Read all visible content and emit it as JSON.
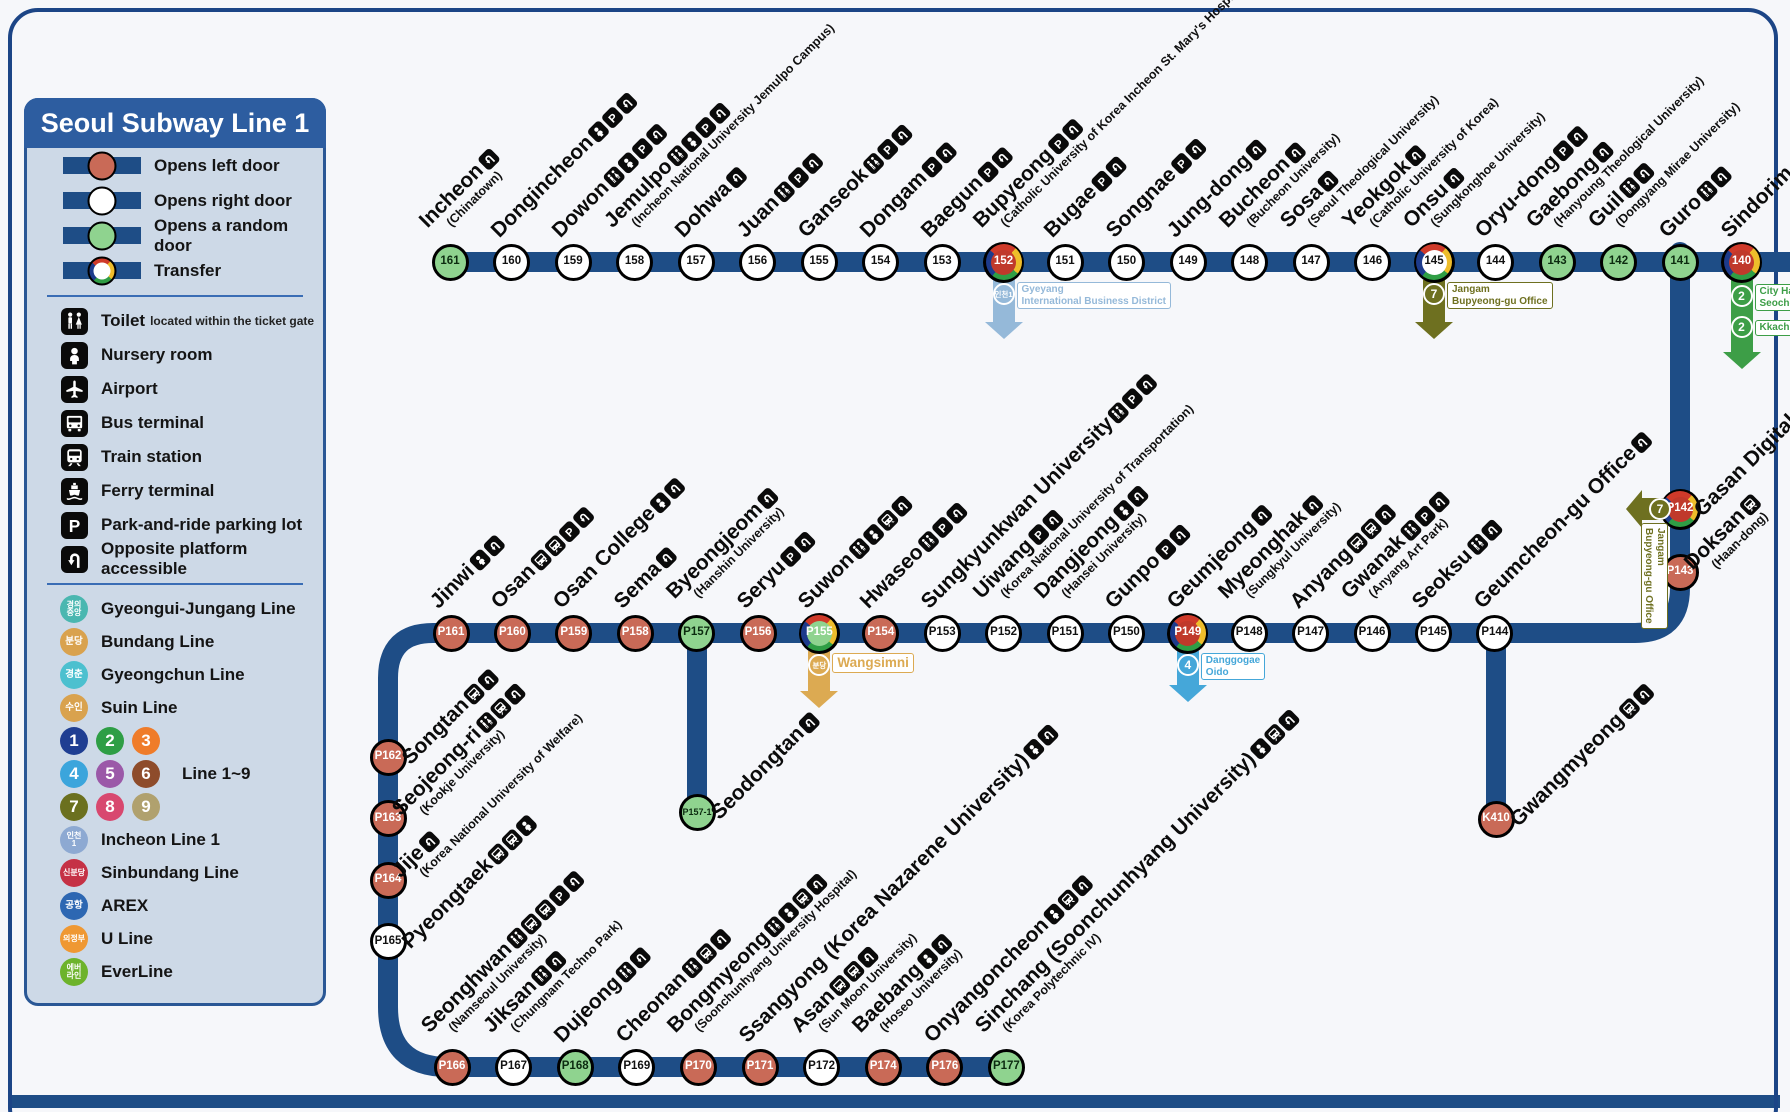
{
  "colors": {
    "background": "#f6f7fa",
    "frame": "#1c4586",
    "route": "#1e4d86",
    "panel_bg": "#cdd9e7",
    "panel_border": "#2a5795",
    "panel_header": "#2d5da0",
    "station_red": "#c96a57",
    "station_green": "#8fd38f",
    "station_white": "#ffffff"
  },
  "legend": {
    "title": "Seoul Subway Line 1",
    "door_items": [
      {
        "type": "left",
        "label": "Opens left door"
      },
      {
        "type": "right",
        "label": "Opens right door"
      },
      {
        "type": "random",
        "label": "Opens a random door"
      },
      {
        "type": "transfer",
        "label": "Transfer"
      }
    ],
    "facility_items": [
      {
        "icon": "toilet",
        "label": "Toilet",
        "note": "located within the ticket gate"
      },
      {
        "icon": "nursery",
        "label": "Nursery room"
      },
      {
        "icon": "airport",
        "label": "Airport"
      },
      {
        "icon": "bus",
        "label": "Bus terminal"
      },
      {
        "icon": "train",
        "label": "Train station"
      },
      {
        "icon": "ferry",
        "label": "Ferry terminal"
      },
      {
        "icon": "parking",
        "label": "Park-and-ride parking lot"
      },
      {
        "icon": "opposite",
        "label": "Opposite platform accessible"
      }
    ],
    "line_items_before": [
      {
        "badge": [
          "경의",
          "중앙"
        ],
        "color": "#4ab7b0",
        "label": "Gyeongui-Jungang Line"
      },
      {
        "badge": [
          "분당"
        ],
        "color": "#d9a24e",
        "label": "Bundang Line"
      },
      {
        "badge": [
          "경춘"
        ],
        "color": "#4cc0cf",
        "label": "Gyeongchun Line"
      },
      {
        "badge": [
          "수인"
        ],
        "color": "#d9a24e",
        "label": "Suin Line"
      }
    ],
    "numbered": {
      "label": "Line 1~9",
      "rows": [
        [
          {
            "n": "1",
            "color": "#1f3e92"
          },
          {
            "n": "2",
            "color": "#2e9e45"
          },
          {
            "n": "3",
            "color": "#ef7c2a"
          }
        ],
        [
          {
            "n": "4",
            "color": "#3ba5dc"
          },
          {
            "n": "5",
            "color": "#9b59a8"
          },
          {
            "n": "6",
            "color": "#8e4c2b"
          }
        ],
        [
          {
            "n": "7",
            "color": "#6b701f"
          },
          {
            "n": "8",
            "color": "#d8486f"
          },
          {
            "n": "9",
            "color": "#b0a16e"
          }
        ]
      ]
    },
    "line_items_after": [
      {
        "badge": [
          "인천",
          "1"
        ],
        "color": "#8da9d2",
        "label": "Incheon Line 1"
      },
      {
        "badge": [
          "신분당"
        ],
        "color": "#c53145",
        "label": "Sinbundang Line"
      },
      {
        "badge": [
          "공항"
        ],
        "color": "#2d67b2",
        "label": "AREX"
      },
      {
        "badge": [
          "의정부"
        ],
        "color": "#ef9833",
        "label": "U Line"
      },
      {
        "badge": [
          "에버",
          "라인"
        ],
        "color": "#6db32b",
        "label": "EverLine"
      }
    ]
  },
  "map": {
    "rows": {
      "top": [
        {
          "code": "161",
          "name": "Incheon",
          "sub": "(Chinatown)",
          "fill": "green",
          "icons": [
            "opposite"
          ]
        },
        {
          "code": "160",
          "name": "Dongincheon",
          "fill": "white",
          "icons": [
            "nursery",
            "parking",
            "opposite"
          ]
        },
        {
          "code": "159",
          "name": "Dowon",
          "fill": "white",
          "icons": [
            "toilet",
            "nursery",
            "parking",
            "opposite"
          ]
        },
        {
          "code": "158",
          "name": "Jemulpo",
          "sub": "(Incheon National University Jemulpo Campus)",
          "fill": "white",
          "icons": [
            "toilet",
            "nursery",
            "parking",
            "opposite"
          ]
        },
        {
          "code": "157",
          "name": "Dohwa",
          "fill": "white",
          "icons": [
            "opposite"
          ]
        },
        {
          "code": "156",
          "name": "Juan",
          "fill": "white",
          "icons": [
            "toilet",
            "parking",
            "opposite"
          ]
        },
        {
          "code": "155",
          "name": "Ganseok",
          "fill": "white",
          "icons": [
            "toilet",
            "parking",
            "opposite"
          ]
        },
        {
          "code": "154",
          "name": "Dongam",
          "fill": "white",
          "icons": [
            "parking",
            "opposite"
          ]
        },
        {
          "code": "153",
          "name": "Baegun",
          "fill": "white",
          "icons": [
            "parking",
            "opposite"
          ]
        },
        {
          "code": "152",
          "name": "Bupyeong",
          "sub": "(Catholic University of Korea Incheon St. Mary's Hospital)",
          "fill": "transfer_red",
          "icons": [
            "parking",
            "opposite"
          ]
        },
        {
          "code": "151",
          "name": "Bugae",
          "fill": "white",
          "icons": [
            "parking",
            "opposite"
          ]
        },
        {
          "code": "150",
          "name": "Songnae",
          "fill": "white",
          "icons": [
            "parking",
            "opposite"
          ]
        },
        {
          "code": "149",
          "name": "Jung-dong",
          "fill": "white",
          "icons": [
            "opposite"
          ]
        },
        {
          "code": "148",
          "name": "Bucheon",
          "sub": "(Bucheon University)",
          "fill": "white",
          "icons": [
            "opposite"
          ]
        },
        {
          "code": "147",
          "name": "Sosa",
          "sub": "(Seoul Theological University)",
          "fill": "white",
          "icons": [
            "opposite"
          ]
        },
        {
          "code": "146",
          "name": "Yeokgok",
          "sub": "(Catholic University of Korea)",
          "fill": "white",
          "icons": [
            "opposite"
          ]
        },
        {
          "code": "145",
          "name": "Onsu",
          "sub": "(Sungkonghoe University)",
          "fill": "transfer_white",
          "icons": [
            "opposite"
          ]
        },
        {
          "code": "144",
          "name": "Oryu-dong",
          "fill": "white",
          "icons": [
            "parking",
            "opposite"
          ]
        },
        {
          "code": "143",
          "name": "Gaebong",
          "sub": "(Hanyoung Theological University)",
          "fill": "green",
          "icons": [
            "opposite"
          ]
        },
        {
          "code": "142",
          "name": "Guil",
          "sub": "(Dongyang Mirae University)",
          "fill": "green",
          "icons": [
            "toilet",
            "opposite"
          ]
        },
        {
          "code": "141",
          "name": "Guro",
          "fill": "green",
          "icons": [
            "toilet",
            "opposite"
          ]
        },
        {
          "code": "140",
          "name": "Sindorim",
          "fill": "transfer_red",
          "icons": []
        }
      ],
      "middle": [
        {
          "code": "P161",
          "name": "Jinwi",
          "fill": "red",
          "icons": [
            "nursery",
            "opposite"
          ]
        },
        {
          "code": "P160",
          "name": "Osan",
          "fill": "red",
          "icons": [
            "bus",
            "train",
            "parking",
            "opposite"
          ]
        },
        {
          "code": "P159",
          "name": "Osan College",
          "fill": "red",
          "icons": [
            "nursery",
            "opposite"
          ]
        },
        {
          "code": "P158",
          "name": "Sema",
          "fill": "red",
          "icons": [
            "opposite"
          ]
        },
        {
          "code": "P157",
          "name": "Byeongjeom",
          "sub": "(Hanshin University)",
          "fill": "green",
          "icons": [
            "opposite"
          ]
        },
        {
          "code": "P156",
          "name": "Seryu",
          "fill": "red",
          "icons": [
            "parking",
            "opposite"
          ]
        },
        {
          "code": "P155",
          "name": "Suwon",
          "fill": "transfer_green",
          "icons": [
            "toilet",
            "nursery",
            "train",
            "opposite"
          ]
        },
        {
          "code": "P154",
          "name": "Hwaseo",
          "fill": "red",
          "icons": [
            "toilet",
            "parking",
            "opposite"
          ]
        },
        {
          "code": "P153",
          "name": "Sungkyunkwan University",
          "fill": "white",
          "icons": [
            "toilet",
            "parking",
            "opposite"
          ]
        },
        {
          "code": "P152",
          "name": "Uiwang",
          "sub": "(Korea National University of Transportation)",
          "fill": "white",
          "icons": [
            "parking",
            "opposite"
          ]
        },
        {
          "code": "P151",
          "name": "Dangjeong",
          "sub": "(Hansei University)",
          "fill": "white",
          "icons": [
            "nursery",
            "opposite"
          ]
        },
        {
          "code": "P150",
          "name": "Gunpo",
          "fill": "white",
          "icons": [
            "parking",
            "opposite"
          ]
        },
        {
          "code": "P149",
          "name": "Geumjeong",
          "fill": "transfer_red",
          "icons": [
            "opposite"
          ]
        },
        {
          "code": "P148",
          "name": "Myeonghak",
          "sub": "(Sungkyul University)",
          "fill": "white",
          "icons": [
            "opposite"
          ]
        },
        {
          "code": "P147",
          "name": "Anyang",
          "fill": "white",
          "icons": [
            "bus",
            "train",
            "opposite"
          ]
        },
        {
          "code": "P146",
          "name": "Gwanak",
          "sub": "(Anyang Art Park)",
          "fill": "white",
          "icons": [
            "toilet",
            "parking",
            "opposite"
          ]
        },
        {
          "code": "P145",
          "name": "Seoksu",
          "fill": "white",
          "icons": [
            "toilet",
            "opposite"
          ]
        },
        {
          "code": "P144",
          "name": "Geumcheon-gu Office",
          "fill": "white",
          "icons": [
            "opposite"
          ]
        }
      ],
      "guro_branch": [
        {
          "code": "P142",
          "name": "Gasan Digital Complex",
          "fill": "transfer_red",
          "icons": []
        },
        {
          "code": "P143",
          "name": "Doksan",
          "sub": "(Haan-dong)",
          "fill": "red",
          "icons": [
            "train"
          ]
        }
      ],
      "gwangmyeong_branch": [
        {
          "code": "K410",
          "name": "Gwangmyeong",
          "fill": "red",
          "icons": [
            "train",
            "opposite"
          ]
        }
      ],
      "seodongtan_branch": [
        {
          "code": "P157-1",
          "name": "Seodongtan",
          "fill": "green",
          "icons": [
            "opposite"
          ]
        }
      ],
      "left_branch": [
        {
          "code": "P162",
          "name": "Songtan",
          "fill": "red",
          "icons": [
            "bus",
            "opposite"
          ]
        },
        {
          "code": "P163",
          "name": "Seojeong-ri",
          "sub": "(Kookje University)",
          "fill": "red",
          "icons": [
            "toilet",
            "train",
            "opposite"
          ]
        },
        {
          "code": "P164",
          "name": "Jije",
          "sub": "(Korea National University of Welfare)",
          "fill": "red",
          "icons": [
            "opposite"
          ]
        },
        {
          "code": "P165",
          "name": "Pyeongtaek",
          "fill": "white",
          "icons": [
            "bus",
            "train",
            "nursery"
          ]
        }
      ],
      "bottom": [
        {
          "code": "P166",
          "name": "Seonghwan",
          "sub": "(Namseoul University)",
          "fill": "red",
          "icons": [
            "toilet",
            "bus",
            "train",
            "parking",
            "opposite"
          ]
        },
        {
          "code": "P167",
          "name": "Jiksan",
          "sub": "(Chungnam Techno Park)",
          "fill": "white",
          "icons": [
            "toilet",
            "opposite"
          ]
        },
        {
          "code": "P168",
          "name": "Dujeong",
          "fill": "green",
          "icons": [
            "toilet",
            "opposite"
          ]
        },
        {
          "code": "P169",
          "name": "Cheonan",
          "fill": "white",
          "icons": [
            "toilet",
            "train",
            "opposite"
          ]
        },
        {
          "code": "P170",
          "name": "Bongmyeong",
          "sub": "(Soonchunhyang University Hospital)",
          "fill": "red",
          "icons": [
            "toilet",
            "nursery",
            "train",
            "opposite"
          ]
        },
        {
          "code": "P171",
          "name": "Ssangyong (Korea Nazarene University)",
          "fill": "red",
          "icons": [
            "nursery",
            "opposite"
          ]
        },
        {
          "code": "P172",
          "name": "Asan",
          "sub": "(Sun Moon University)",
          "fill": "white",
          "icons": [
            "bus",
            "train",
            "opposite"
          ]
        },
        {
          "code": "P174",
          "name": "Baebang",
          "sub": "(Hoseo University)",
          "fill": "red",
          "icons": [
            "nursery",
            "opposite"
          ]
        },
        {
          "code": "P176",
          "name": "Onyangoncheon",
          "fill": "red",
          "icons": [
            "nursery",
            "train",
            "opposite"
          ]
        },
        {
          "code": "P177",
          "name": "Sinchang (Soonchunhyang University)",
          "sub": "(Korea Polytechnic IV)",
          "fill": "green",
          "icons": [
            "nursery",
            "train",
            "opposite"
          ]
        }
      ]
    },
    "transfer_styles": {
      "incheon1": "#95b9d9",
      "line7": "#6e7020",
      "line4": "#45a7d9",
      "line2": "#3d9e47",
      "bundang": "#dcaa52"
    },
    "transfers": [
      {
        "at": "152",
        "style": "incheon1",
        "badge": [
          "인천",
          "1"
        ],
        "lines": [
          "Gyeyang",
          "International Business District"
        ],
        "dir": "down",
        "len": 42
      },
      {
        "at": "145",
        "style": "line7",
        "badge": [
          "7"
        ],
        "lines": [
          "Jangam",
          "Bupyeong-gu Office"
        ],
        "dir": "down",
        "len": 42
      },
      {
        "at": "140",
        "style": "line2",
        "dir": "down",
        "len": 72,
        "entries": [
          {
            "badge": [
              "2"
            ],
            "lines": [
              "City Hall",
              "Seocho"
            ]
          },
          {
            "badge": [
              "2"
            ],
            "lines": [
              "Kkachisan"
            ]
          }
        ]
      },
      {
        "at": "P155",
        "style": "bundang",
        "badge": [
          "분당"
        ],
        "lines": [
          "Wangsimni"
        ],
        "dir": "down",
        "len": 40,
        "big": true
      },
      {
        "at": "P149",
        "style": "line4",
        "badge": [
          "4"
        ],
        "lines": [
          "Danggogae",
          "Oido"
        ],
        "dir": "down",
        "len": 34
      },
      {
        "at": "P142",
        "style": "line7",
        "badge": [
          "7"
        ],
        "lines": [
          "Jangam",
          "Bupyeong-gu Office"
        ],
        "dir": "left"
      }
    ]
  }
}
